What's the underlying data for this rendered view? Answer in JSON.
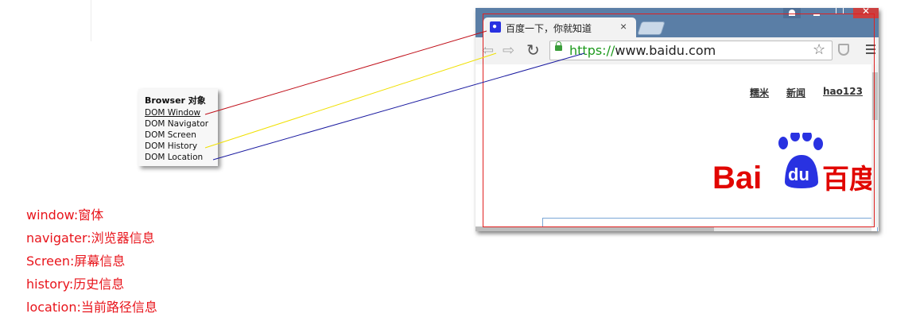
{
  "browser_object": {
    "title": "Browser 对象",
    "items": [
      "DOM Window",
      "DOM Navigator",
      "DOM Screen",
      "DOM History",
      "DOM Location"
    ]
  },
  "legend": [
    "window:窗体",
    "navigater:浏览器信息",
    "Screen:屏幕信息",
    "history:历史信息",
    "location:当前路径信息"
  ],
  "browser": {
    "tab_title": "百度一下，你就知道",
    "tab_close": "×",
    "url_scheme": "https://",
    "url_rest": "www.baidu.com",
    "nav_links": [
      "糯米",
      "新闻",
      "hao123"
    ],
    "logo_text_left": "Bai",
    "logo_text_paw": "du",
    "logo_text_right": "百度"
  },
  "colors": {
    "legend": "#e8141b",
    "window_line": "#c0101a",
    "history_line": "#f0e000",
    "location_line": "#1a1aa0",
    "baidu_red": "#e10601",
    "baidu_blue": "#2932e1"
  }
}
